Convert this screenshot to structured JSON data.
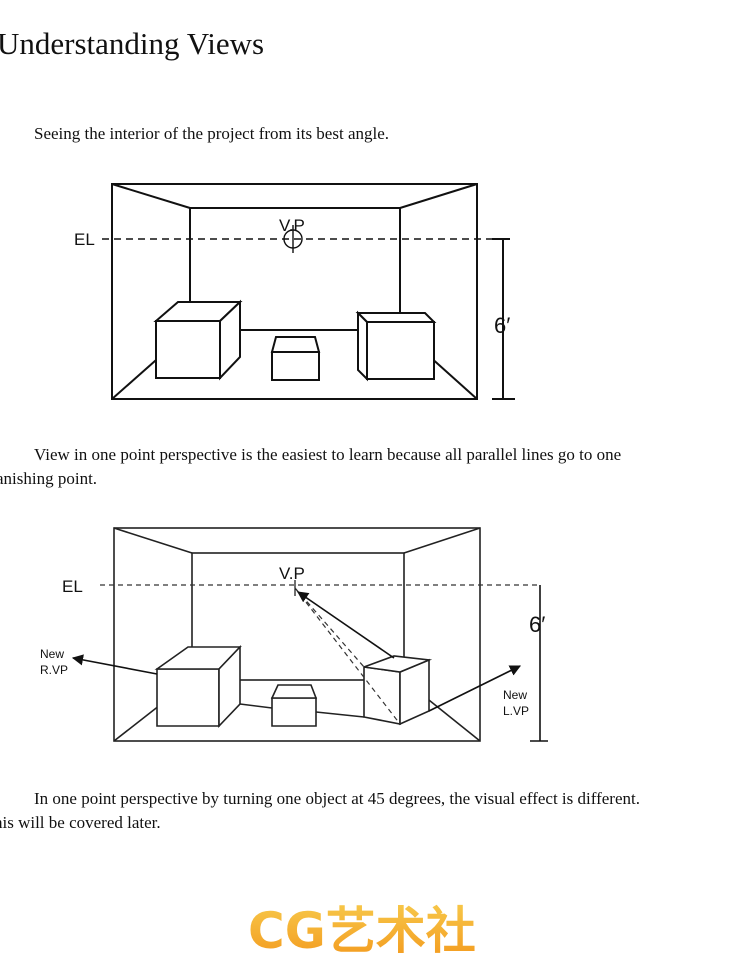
{
  "page": {
    "title": "Understanding Views",
    "paragraph1": "Seeing the interior of the project from its best angle.",
    "paragraph2_line1": "View in one point perspective is the easiest to learn because all parallel lines go to one",
    "paragraph2_line2": "anishing point.",
    "paragraph3_line1": "In one point perspective by turning one object at 45 degrees, the visual effect is different.",
    "paragraph3_line2": "his will be covered later."
  },
  "figure1": {
    "eye_level_label": "EL",
    "vanishing_point_label": "V.P",
    "height_label": "6′"
  },
  "figure2": {
    "eye_level_label": "EL",
    "vanishing_point_label": "V.P",
    "height_label": "6′",
    "right_vp_label_line1": "New",
    "right_vp_label_line2": "R.VP",
    "left_vp_label_line1": "New",
    "left_vp_label_line2": "L.VP"
  },
  "watermark": {
    "text": "CG艺术社",
    "color_start": "#f39a1e",
    "color_end": "#f7c84a"
  }
}
